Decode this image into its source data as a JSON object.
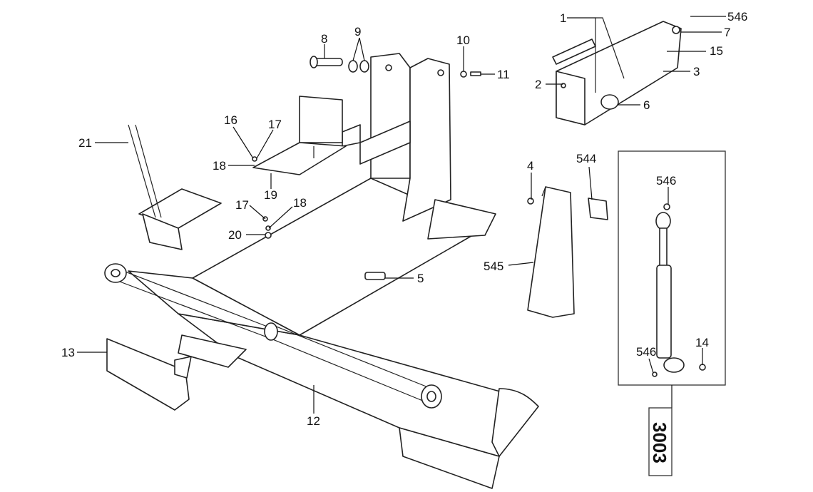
{
  "drawing_number": "3003",
  "callouts": [
    "1",
    "2",
    "3",
    "4",
    "5",
    "6",
    "7",
    "8",
    "9",
    "10",
    "11",
    "12",
    "13",
    "14",
    "15",
    "16",
    "17",
    "17",
    "18",
    "18",
    "19",
    "20",
    "21",
    "544",
    "545",
    "546",
    "546",
    "546"
  ]
}
